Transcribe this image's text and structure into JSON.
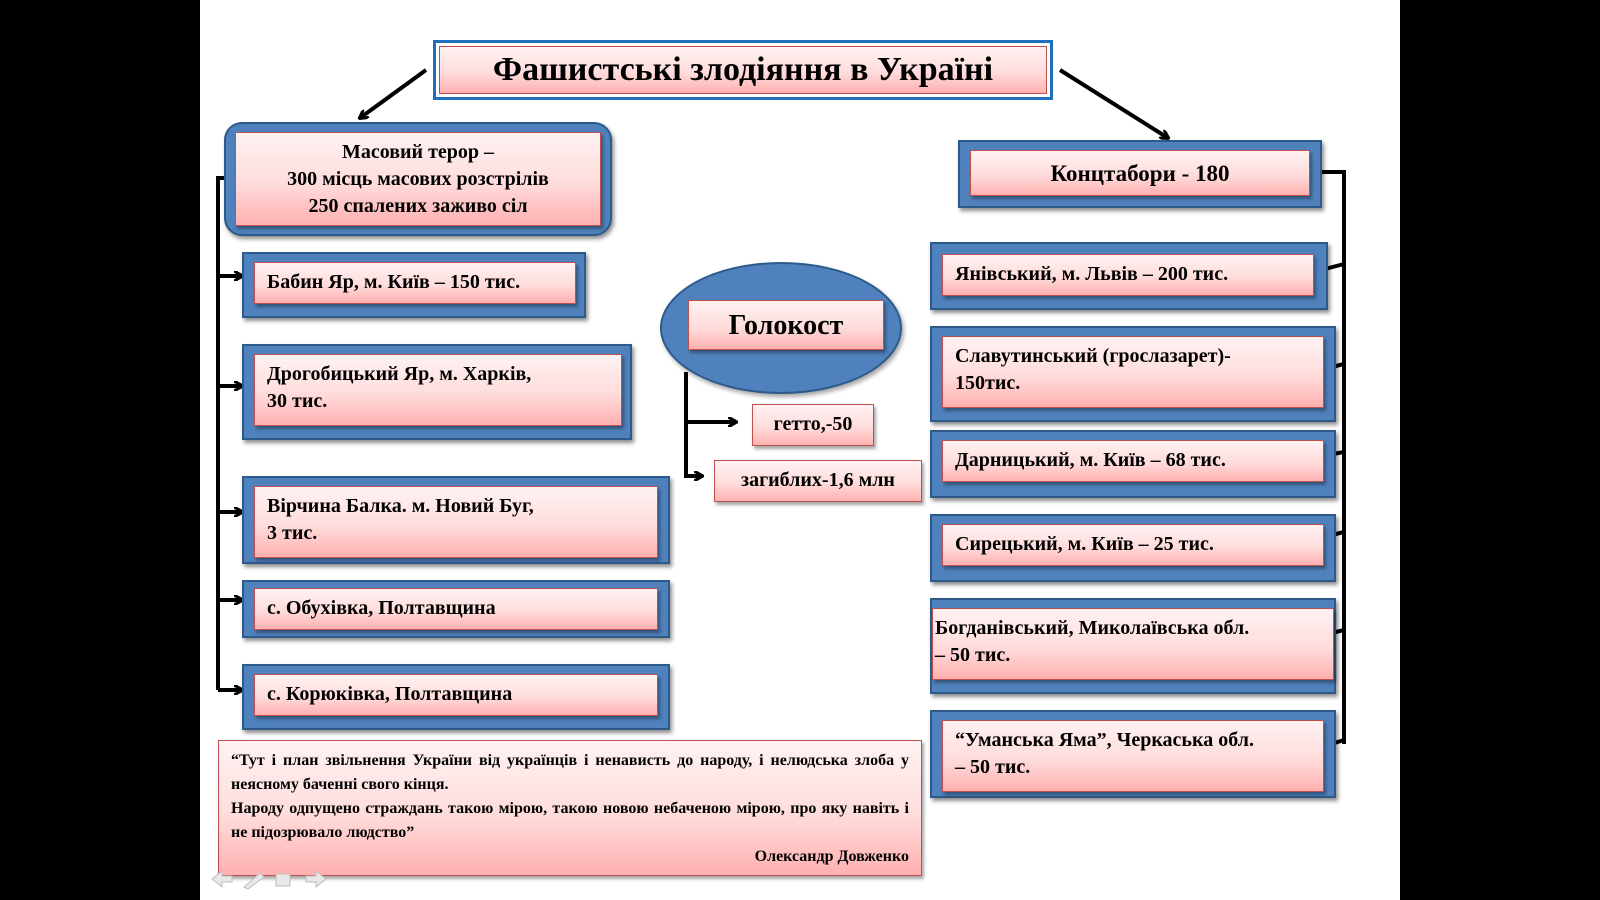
{
  "title": "Фашистські злодіяння в Україні",
  "left": {
    "header_lines": [
      "Масовий терор –",
      "300 місць масових розстрілів",
      "250 спалених заживо сіл"
    ],
    "items": [
      {
        "lines": [
          "Бабин Яр, м. Київ – 150 тис."
        ]
      },
      {
        "lines": [
          "Дрогобицький Яр, м. Харків,",
          "30 тис."
        ]
      },
      {
        "lines": [
          "Вірчина Балка. м. Новий Буг,",
          "3 тис."
        ]
      },
      {
        "lines": [
          "с. Обухівка, Полтавщина"
        ]
      },
      {
        "lines": [
          "с. Корюківка, Полтавщина"
        ]
      }
    ]
  },
  "center": {
    "label": "Голокост",
    "items": [
      "гетто,-50",
      "загиблих-1,6 млн"
    ]
  },
  "right": {
    "header": "Концтабори - 180",
    "items": [
      {
        "lines": [
          "Янівський, м. Львів – 200 тис."
        ]
      },
      {
        "lines": [
          "Славутинський (грослазарет)-",
          "150тис."
        ]
      },
      {
        "lines": [
          "Дарницький, м. Київ – 68 тис."
        ]
      },
      {
        "lines": [
          "Сирецький, м. Київ – 25 тис."
        ]
      },
      {
        "lines": [
          "Богданівський, Миколаївська обл.",
          "– 50 тис."
        ]
      },
      {
        "lines": [
          "“Уманська Яма”, Черкаська обл.",
          "– 50 тис."
        ]
      }
    ]
  },
  "quote": {
    "p1": "“Тут і план звільнення України від українців і ненависть до народу, і нелюдська злоба у неясному баченні свого кінця.",
    "p2": "Народу одпущено страждань такою мірою, такою новою небаченою мірою, про яку навіть і не підозрювало людство”",
    "author": "Олександр Довженко"
  },
  "icons": [
    "back-arrow-icon",
    "pen-icon",
    "menu-icon",
    "forward-arrow-icon"
  ]
}
